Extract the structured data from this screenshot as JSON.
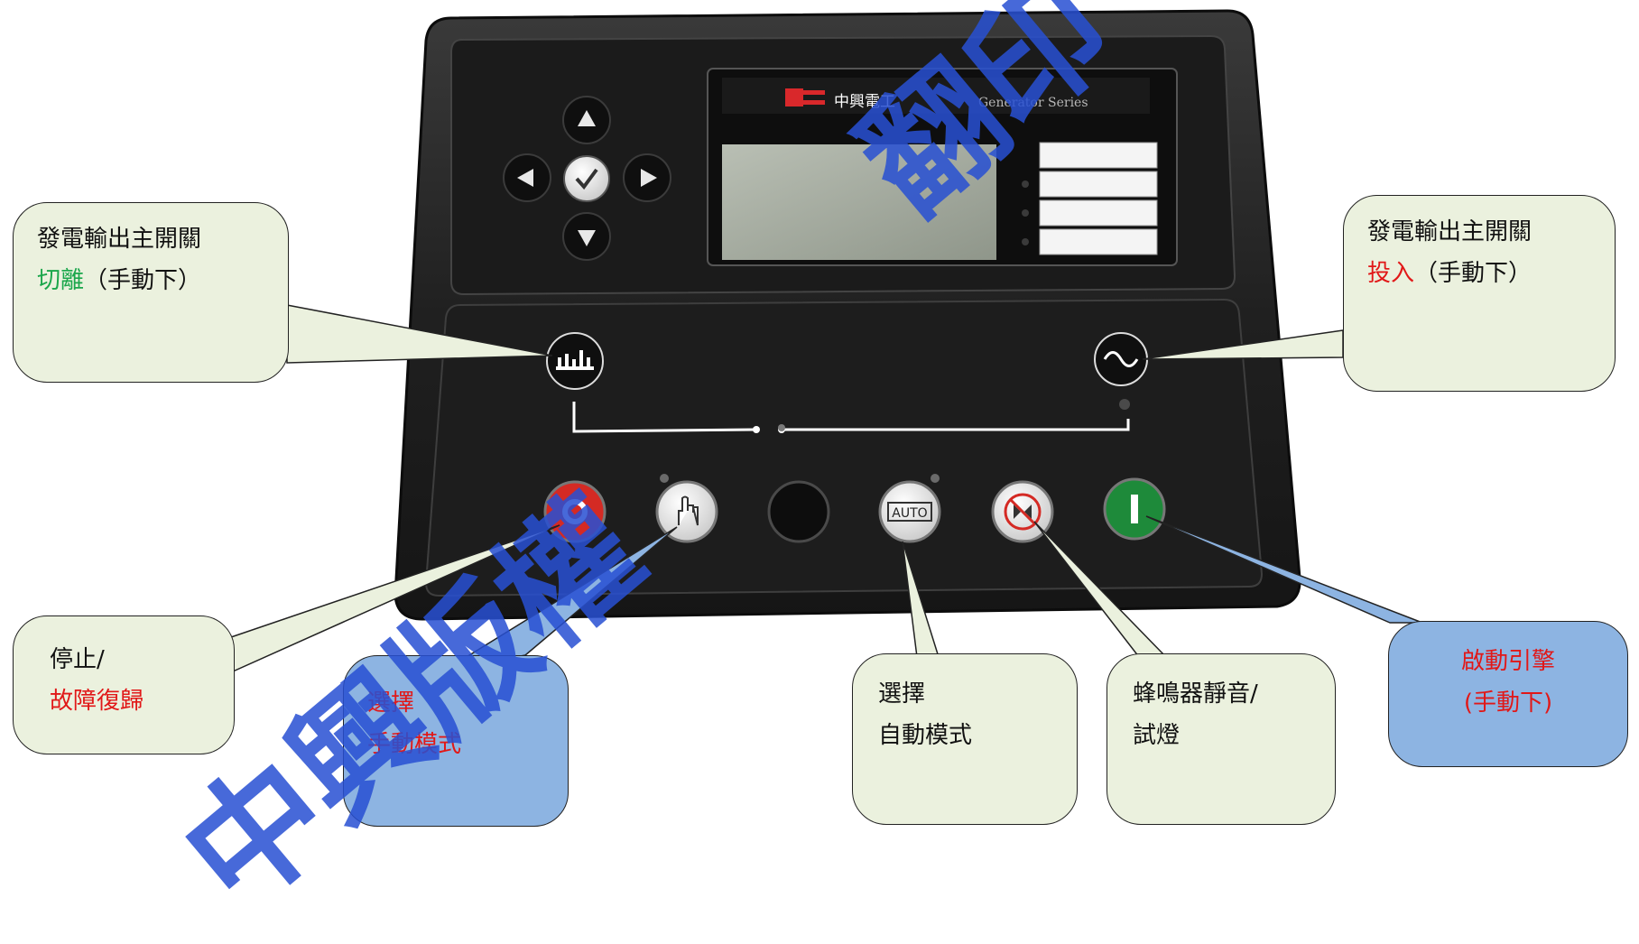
{
  "panel": {
    "brand_name": "中興電工",
    "series": "Generator Series",
    "auto_label": "AUTO"
  },
  "callouts": {
    "breaker_open": {
      "line1": "發電輸出主開關",
      "line2_colored": "切離",
      "line2_rest": "（手動下）"
    },
    "breaker_close": {
      "line1": "發電輸出主開關",
      "line2_colored": "投入",
      "line2_rest": "（手動下）"
    },
    "stop_reset": {
      "line1": "停止/",
      "line2": "故障復歸"
    },
    "manual_mode": {
      "line1": "選擇",
      "line2": "手動模式"
    },
    "auto_mode": {
      "line1": "選擇",
      "line2": "自動模式"
    },
    "mute_lamp_test": {
      "line1": "蜂鳴器靜音/",
      "line2": "試燈"
    },
    "start_engine": {
      "line1": "啟動引擎",
      "line2": "(手動下)"
    }
  },
  "watermark": {
    "text1": "翻印",
    "text2": "中興版權"
  },
  "colors": {
    "callout_green": "#ebf1de",
    "callout_blue": "#8db4e2",
    "panel_body": "#1e1e1e",
    "stop_button": "#d42a24",
    "start_button": "#1e8a3a",
    "highlight_red": "#e11818",
    "highlight_green": "#1aa64b",
    "watermark_blue": "#2850d2"
  }
}
